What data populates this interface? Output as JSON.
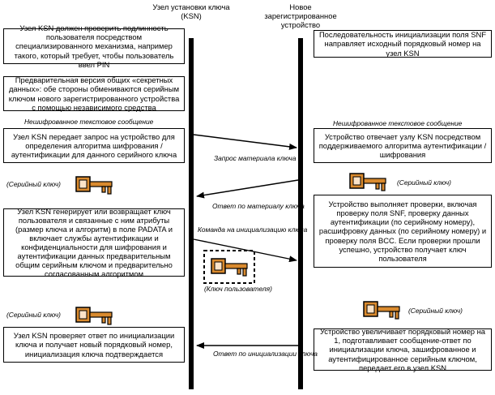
{
  "lanes": {
    "ksn_title": "Узел установки ключа (KSN)",
    "device_title": "Новое зарегистрированное устройство"
  },
  "left_boxes": [
    "Узел KSN должен проверить подлинность пользователя посредством специализированного механизма, например такого, который требует, чтобы пользователь ввел PIN",
    "Предварительная версия общих «секретных данных»: обе стороны обмениваются серийным ключом нового зарегистрированного устройства с помощью независимого средства",
    "Узел KSN передает запрос на устройство для определения алгоритма шифрования / аутентификации для данного серийного ключа",
    "Узел KSN генерирует или возвращает ключ пользователя и связанные с ним атрибуты (размер ключа и алгоритм) в поле PADATA и включает службы аутентификации и конфиденциальности для шифрования и аутентификации данных предварительным общим серийным ключом и предварительно согласованным алгоритмом",
    "Узел KSN проверяет ответ по инициализации ключа и получает новый порядковый номер, инициализация ключа подтверждается"
  ],
  "right_boxes": [
    "Последовательность инициализации поля SNF направляет исходный порядковый номер на узел KSN",
    "Устройство отвечает узлу KSN посредством поддерживаемого алгоритма аутентификации / шифрования",
    "Устройство выполняет проверки, включая проверку поля SNF, проверку данных аутентификации (по серийному номеру), расшифровку данных (по серийному номеру) и проверку поля BCC. Если проверки прошли успешно, устройство получает ключ пользователя",
    "Устройство увеличивает порядковый номер на 1, подготавливает сообщение-ответ по инициализации ключа, зашифрованное и аутентифицированное серийным ключом, передает его в узел KSN"
  ],
  "captions": {
    "plaintext_left": "Нешифрованное текстовое сообщение",
    "plaintext_right": "Нешифрованное текстовое сообщение",
    "serial_key_left_1": "(Серийный ключ)",
    "serial_key_right_1": "(Серийный ключ)",
    "serial_key_left_2": "(Серийный ключ)",
    "serial_key_right_2": "(Серийный ключ)",
    "user_key": "(Ключ пользователя)"
  },
  "messages": {
    "m1": "Запрос материала ключа",
    "m2": "Ответ по материалу ключа",
    "m3": "Команда на инициализацию ключа",
    "m4": "Ответ по инициализации ключа"
  },
  "colors": {
    "key_fill": "#d98a2e",
    "key_inner": "#fbe3c8",
    "key_outline": "#000000"
  }
}
